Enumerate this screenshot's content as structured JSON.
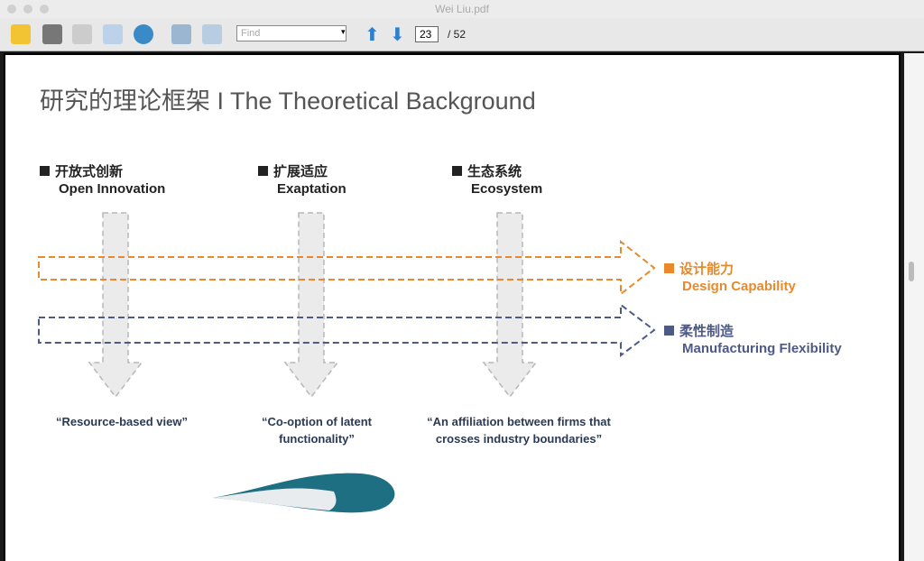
{
  "window": {
    "title": "Wei Liu.pdf"
  },
  "toolbar": {
    "find_placeholder": "Find",
    "page_current": "23",
    "page_total": "/ 52"
  },
  "slide": {
    "title": "研究的理论框架 I The Theoretical Background",
    "columns": [
      {
        "cn": "开放式创新",
        "en": "Open Innovation",
        "quote": "“Resource-based view”"
      },
      {
        "cn": "扩展适应",
        "en": "Exaptation",
        "quote": "“Co-option of latent functionality”"
      },
      {
        "cn": "生态系统",
        "en": "Ecosystem",
        "quote": "“An affiliation between firms that crosses industry boundaries”"
      }
    ],
    "outcomes": [
      {
        "cn": "设计能力",
        "en": "Design Capability",
        "color": "#e8892b"
      },
      {
        "cn": "柔性制造",
        "en": "Manufacturing Flexibility",
        "color": "#4d5a85"
      }
    ]
  }
}
